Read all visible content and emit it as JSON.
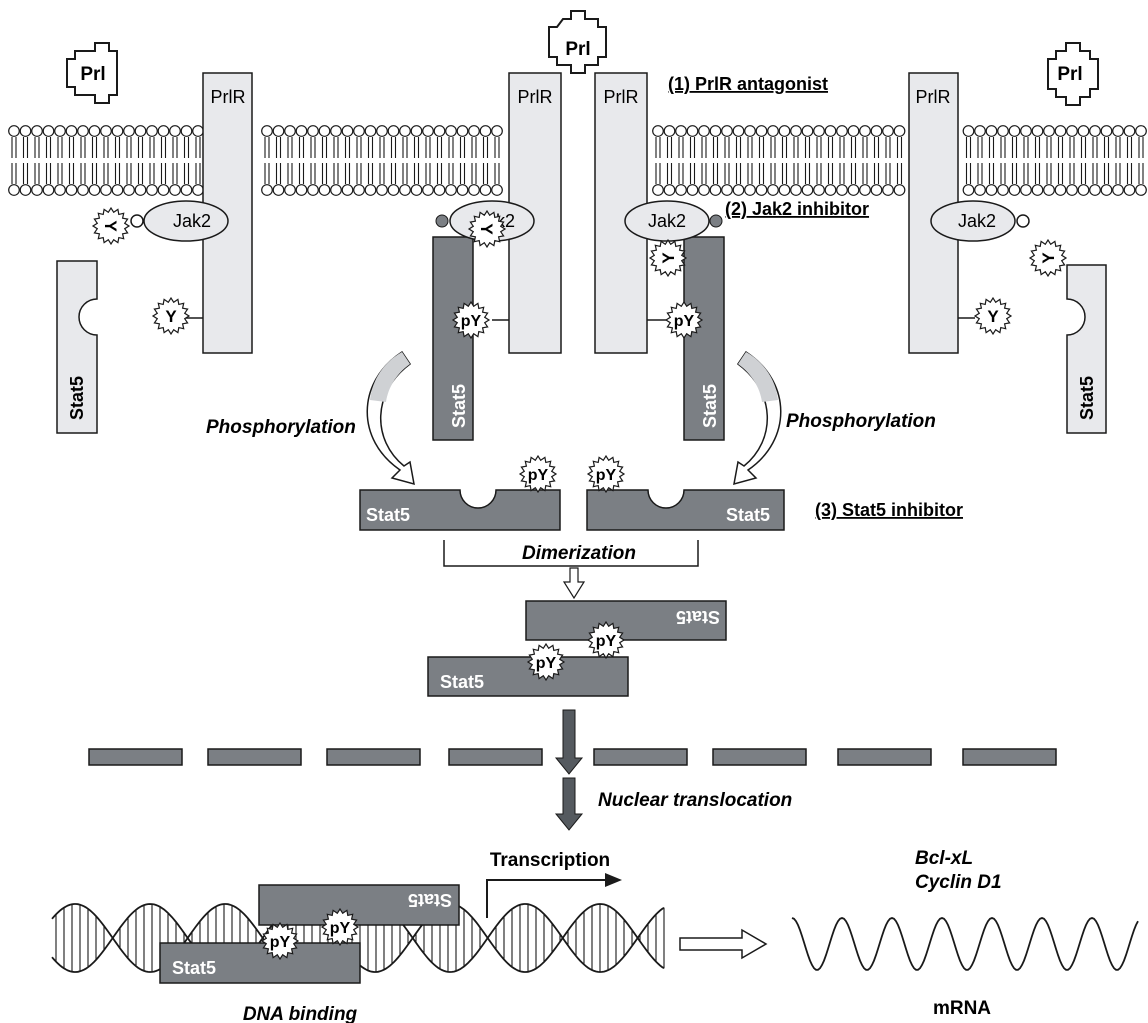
{
  "hormone": {
    "label": "Prl"
  },
  "receptor": {
    "label": "PrlR"
  },
  "kinase": {
    "label": "Jak2"
  },
  "tyrosine": {
    "unphosphorylated": "Y",
    "phosphorylated": "pY"
  },
  "stat": {
    "label": "Stat5"
  },
  "inhibitors": {
    "prlr_antagonist": "(1) PrlR antagonist",
    "jak2_inhibitor": "(2) Jak2 inhibitor",
    "stat5_inhibitor": "(3) Stat5 inhibitor"
  },
  "steps": {
    "phosphorylation": "Phosphorylation",
    "dimerization": "Dimerization",
    "nuclear_translocation": "Nuclear translocation",
    "transcription": "Transcription",
    "dna_binding": "DNA binding"
  },
  "targets": {
    "gene1": "Bcl-xL",
    "gene2": "Cyclin D1",
    "product": "mRNA"
  },
  "colors": {
    "dark_gray": "#7b7f84",
    "light_gray": "#e8e9ec",
    "stroke": "#1a1a1a",
    "membrane": "#1a1a1a"
  }
}
